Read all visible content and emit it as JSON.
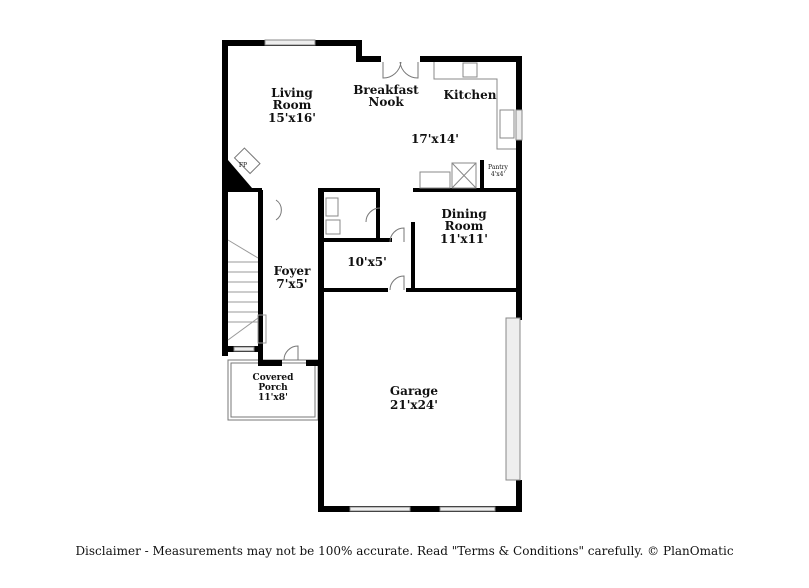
{
  "rooms": {
    "living": {
      "name1": "Living",
      "name2": "Room",
      "size": "15'x16'"
    },
    "nook": {
      "name1": "Breakfast",
      "name2": "Nook"
    },
    "kitchen": {
      "name": "Kitchen",
      "size": "17'x14'"
    },
    "pantry": {
      "name": "Pantry",
      "size": "4'x4'"
    },
    "fireplace": {
      "name": "FP"
    },
    "dining": {
      "name1": "Dining",
      "name2": "Room",
      "size": "11'x11'"
    },
    "hall": {
      "size": "10'x5'"
    },
    "foyer": {
      "name": "Foyer",
      "size": "7'x5'"
    },
    "porch": {
      "name1": "Covered",
      "name2": "Porch",
      "size": "11'x8'"
    },
    "garage": {
      "name": "Garage",
      "size": "21'x24'"
    }
  },
  "disclaimer": "Disclaimer - Measurements may not be 100% accurate. Read \"Terms & Conditions\" carefully. © PlanOmatic"
}
